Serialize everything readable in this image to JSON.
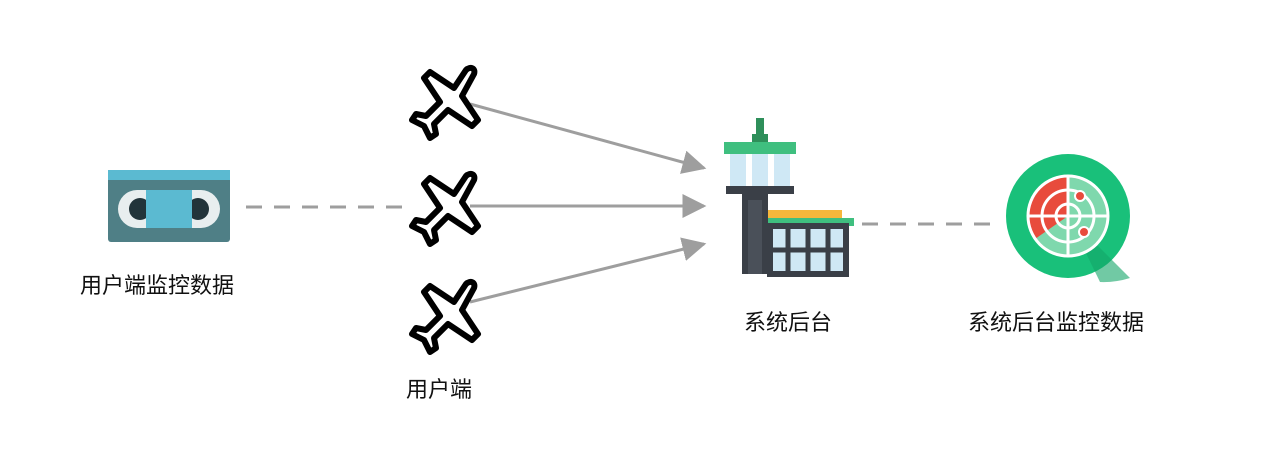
{
  "nodes": {
    "user_monitor": {
      "label": "用户端监控数据",
      "icon": "videotape-icon"
    },
    "users": {
      "label": "用户端",
      "icon": "airplane-icon"
    },
    "backend": {
      "label": "系统后台",
      "icon": "control-tower-icon"
    },
    "backend_monitor": {
      "label": "系统后台监控数据",
      "icon": "radar-icon"
    }
  },
  "edges": [
    {
      "from": "user_monitor",
      "to": "users",
      "style": "dashed"
    },
    {
      "from": "users",
      "to": "backend",
      "style": "arrow"
    },
    {
      "from": "backend",
      "to": "backend_monitor",
      "style": "dashed"
    }
  ],
  "colors": {
    "connector": "#9e9e9e",
    "tape_body": "#4f7f86",
    "tape_stripe": "#5bbad1",
    "tower_green": "#3fbf7f",
    "tower_glass": "#cfe8f5",
    "tower_dark": "#3a3f47",
    "tower_orange": "#f6b73c",
    "radar_green": "#19c07a",
    "radar_red": "#e84b3c"
  }
}
